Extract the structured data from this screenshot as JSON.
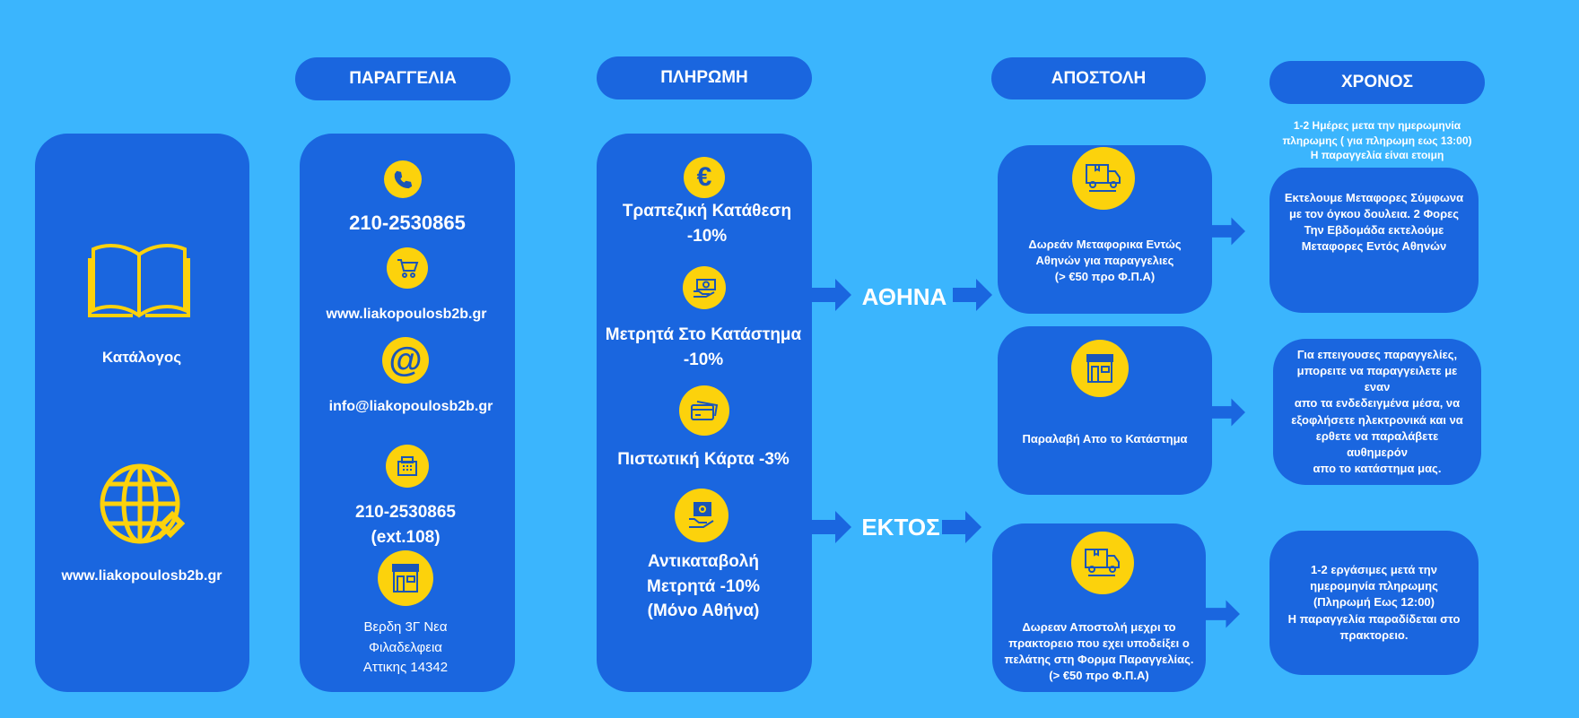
{
  "catalog": {
    "label": "Κατάλογος",
    "website": "www.liakopoulosb2b.gr"
  },
  "order": {
    "title": "ΠΑΡΑΓΓΕΛΙΑ",
    "phone": "210-2530865",
    "website": "www.liakopoulosb2b.gr",
    "email": "info@liakopoulosb2b.gr",
    "fax_line1": "210-2530865",
    "fax_line2": "(ext.108)",
    "address": [
      "Βερδη 3Γ Νεα",
      "Φιλαδελφεια",
      "Αττικης 14342"
    ]
  },
  "payment": {
    "title": "ΠΛΗΡΩΜΗ",
    "methods": [
      {
        "lines": [
          "Τραπεζική Κατάθεση",
          "-10%"
        ]
      },
      {
        "lines": [
          "Μετρητά Στο Κατάστημα",
          "-10%"
        ]
      },
      {
        "lines": [
          "Πιστωτική Κάρτα -3%"
        ]
      },
      {
        "lines": [
          "Αντικαταβολή",
          "Μετρητά -10%",
          "(Μόνο Αθήνα)"
        ]
      }
    ]
  },
  "regions": {
    "athens": "ΑΘΗΝΑ",
    "outside": "ΕΚΤΟΣ"
  },
  "shipping": {
    "title": "ΑΠΟΣΤΟΛΗ",
    "options": [
      {
        "lines": [
          "Δωρεάν Μεταφορικα Εντώς",
          "Αθηνών για παραγγελιες",
          "(> €50 προ Φ.Π.Α)"
        ]
      },
      {
        "lines": [
          "Παραλαβή Απο το Κατάστημα"
        ]
      },
      {
        "lines": [
          "Δωρεαν Αποστολή μεχρι το",
          "πρακτορειο που εχει υποδείξει ο",
          "πελάτης στη Φορμα Παραγγελίας.",
          "(> €50 προ Φ.Π.Α)"
        ]
      }
    ]
  },
  "time": {
    "title": "ΧΡΟΝΟΣ",
    "note": [
      "1-2 Ημέρες μετα την ημερωμηνία",
      "πληρωμης ( για πληρωμη εως 13:00)",
      "Η παραγγελία είναι ετοιμη"
    ],
    "items": [
      {
        "lines": [
          "Εκτελουμε Μεταφορες Σύμφωνα",
          "με τον όγκου δουλεια. 2 Φορες",
          "Την Εβδομάδα εκτελούμε",
          "Μεταφορες Εντός Αθηνών"
        ]
      },
      {
        "lines": [
          "Για επειγουσες παραγγελίες,",
          "μπορειτε να παραγγειλετε με εναν",
          "απο τα ενδεδειγμένα μέσα, να",
          "εξοφλήσετε ηλεκτρονικά και να",
          "ερθετε να παραλάβετε αυθημερόν",
          "απο το κατάστημα μας."
        ]
      },
      {
        "lines": [
          "1-2 εργάσιμες μετά την",
          "ημερομηνία πληρωμης",
          "(Πληρωμή Εως 12:00)",
          "Η παραγγελία παραδίδεται στο",
          "πρακτορειο."
        ]
      }
    ]
  },
  "colors": {
    "background": "#3bb5fd",
    "box": "#1a66df",
    "icon": "#fcd20c"
  }
}
